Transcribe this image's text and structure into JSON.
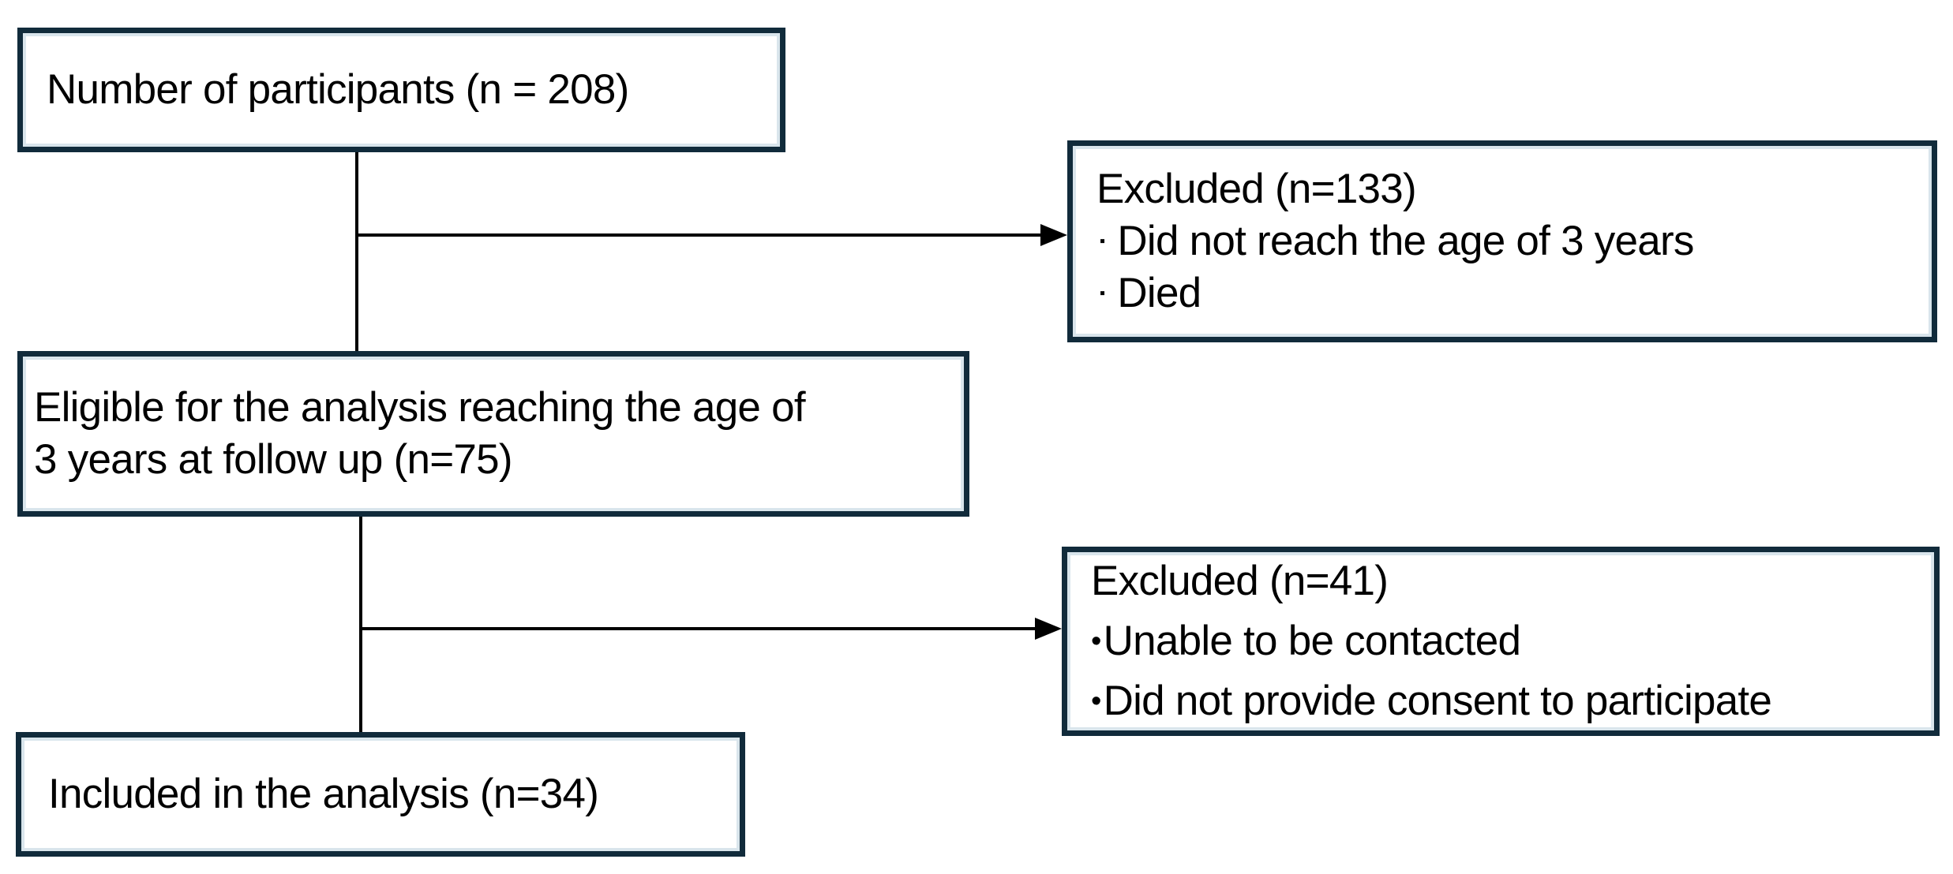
{
  "flow": {
    "participants": {
      "text": "Number of participants (n = 208)"
    },
    "excluded1": {
      "title": "Excluded (n=133)",
      "bullet": "▪",
      "items": [
        "Did not reach the age of 3 years",
        "Died"
      ]
    },
    "eligible": {
      "lines": [
        "Eligible for the analysis reaching the age of",
        "3 years at follow up (n=75)"
      ]
    },
    "excluded2": {
      "title": "Excluded (n=41)",
      "bullet": "•",
      "items": [
        "Unable to be contacted",
        "Did not provide consent to participate"
      ]
    },
    "included": {
      "text": "Included in the analysis (n=34)"
    }
  },
  "colors": {
    "box_border": "#112b3b",
    "box_inner_highlight": "#d9e5ec",
    "connector": "#000000",
    "text": "#000000",
    "background": "#ffffff"
  }
}
